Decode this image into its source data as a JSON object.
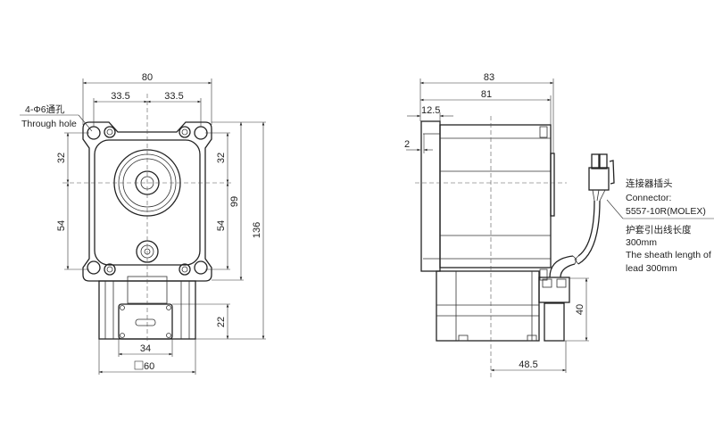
{
  "front_view": {
    "dims": {
      "width": "80",
      "half_left": "33.5",
      "half_right": "33.5",
      "top_left": "32",
      "bottom_left": "54",
      "top_right": "32",
      "bottom_right": "54",
      "height_99": "99",
      "height_136": "136",
      "output_22": "22",
      "output_34": "34",
      "square_60": "60"
    },
    "hole_label_cn": "4-Φ6通孔",
    "hole_label_en": "Through hole"
  },
  "side_view": {
    "dims": {
      "length_83": "83",
      "length_81": "81",
      "flange_12_5": "12.5",
      "step_2": "2",
      "gear_40": "40",
      "offset_48_5": "48.5"
    },
    "connector_cn": "连接器插头",
    "connector_en": "Connector:",
    "connector_model": "5557-10R(MOLEX)",
    "lead_cn": "护套引出线长度",
    "lead_len": "300mm",
    "lead_en_1": "The sheath length of",
    "lead_en_2": "lead 300mm"
  }
}
